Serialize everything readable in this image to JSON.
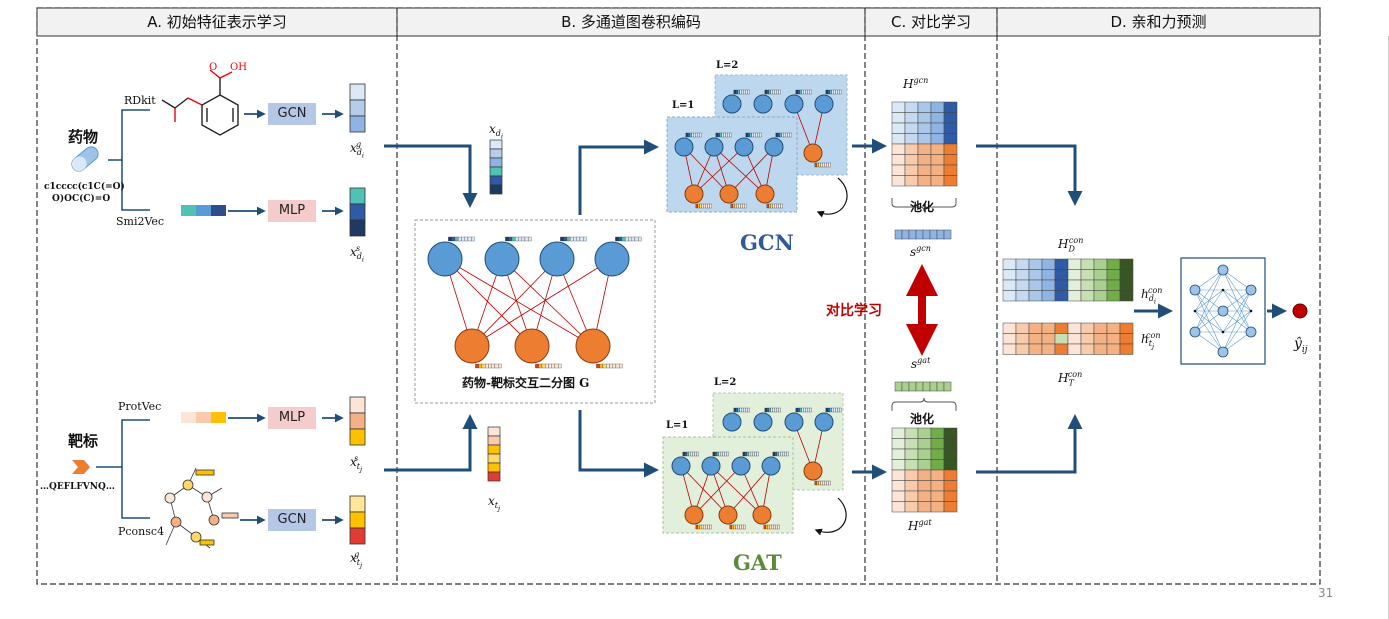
{
  "headers": {
    "a": "A.  初始特征表示学习",
    "b": "B.  多通道图卷积编码",
    "c": "C.  对比学习",
    "d": "D.  亲和力预测"
  },
  "drug": {
    "title": "药物",
    "smiles_line1": "c1cccc(c1C(=O)",
    "smiles_line2": "O)OC(C)=O",
    "rdkit": "RDkit",
    "smi2vec": "Smi2Vec",
    "gcn": "GCN",
    "mlp": "MLP"
  },
  "target": {
    "title": "靶标",
    "sequence": "…QEFLFVNQ…",
    "protvec": "ProtVec",
    "pconsc4": "Pconsc4",
    "mlp": "MLP",
    "gcn": "GCN"
  },
  "molecule": {
    "cooh": "O",
    "oh": "OH"
  },
  "bipartite": {
    "caption": "药物-靶标交互二分图 G"
  },
  "channels": {
    "gcn": {
      "name": "GCN",
      "layer1": "L=1",
      "layer2": "L=2",
      "color": "#2e5a9a"
    },
    "gat": {
      "name": "GAT",
      "layer1": "L=1",
      "layer2": "L=2",
      "color": "#5a8a3a"
    }
  },
  "contrast": {
    "label": "对比学习",
    "pool": "池化",
    "color": "#c00000"
  },
  "math": {
    "x_d": "x",
    "x_t": "x",
    "H_gcn": "H",
    "H_gat": "H",
    "s_gcn": "s",
    "s_gat": "s",
    "H_D": "H",
    "H_T": "H",
    "h_d": "h",
    "h_t": "h",
    "y": "ŷ"
  },
  "page_number": "31",
  "colors": {
    "drug_blue": "#5b9bd5",
    "target_orange": "#ed7d31",
    "arrow": "#1f4e79",
    "edge_red": "#c00000",
    "gcn_panel": "#bdd7ee",
    "gat_panel": "#e2efda"
  }
}
